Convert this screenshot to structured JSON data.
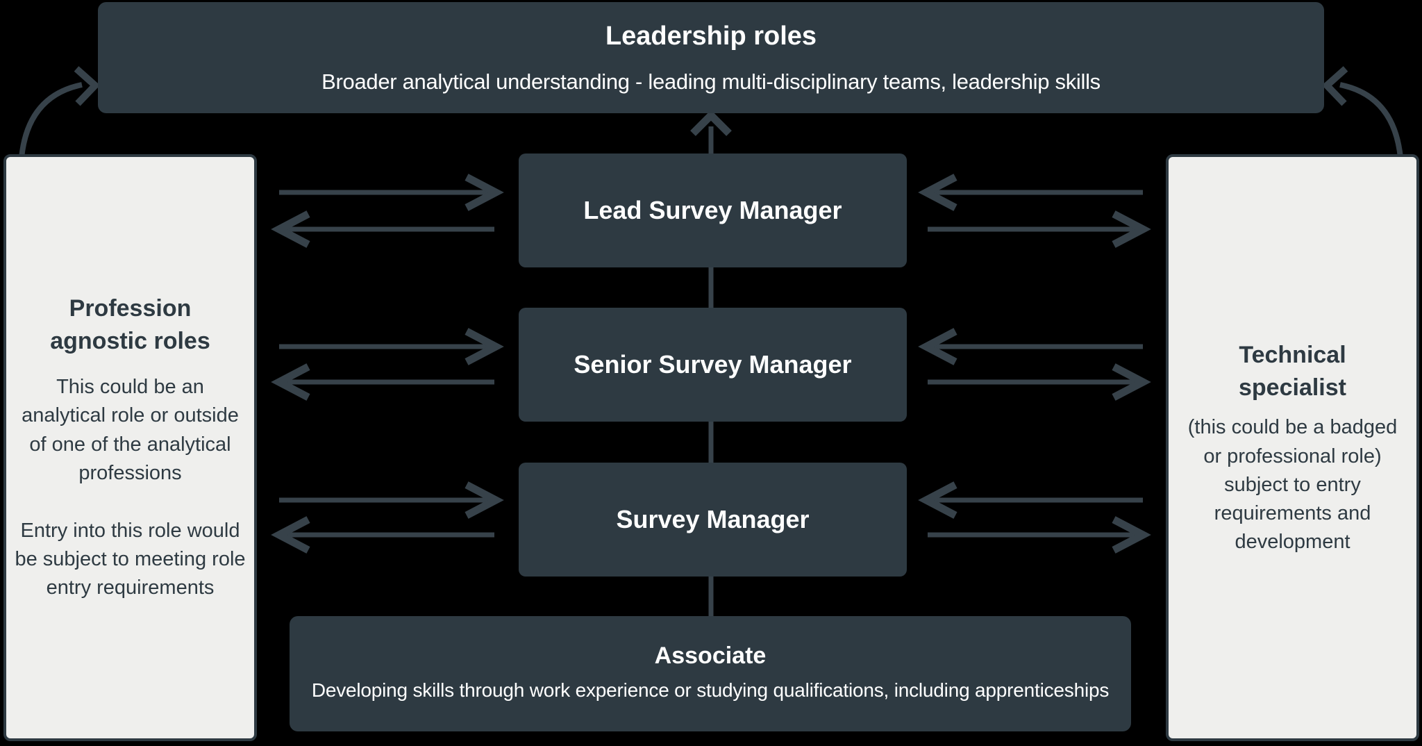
{
  "palette": {
    "background": "#000000",
    "panel_dark": "#2e3a42",
    "panel_light": "#efefed",
    "text_on_dark": "#ffffff",
    "text_on_light": "#2e3a42",
    "arrow": "#37424a"
  },
  "diagram": {
    "top_box": {
      "title": "Leadership roles",
      "subtitle": "Broader analytical understanding - leading multi-disciplinary teams, leadership skills"
    },
    "ladder": [
      {
        "label": "Lead Survey Manager"
      },
      {
        "label": "Senior Survey Manager"
      },
      {
        "label": "Survey Manager"
      }
    ],
    "bottom_box": {
      "title": "Associate",
      "subtitle": "Developing skills through work experience or studying qualifications, including apprenticeships"
    },
    "left_box": {
      "title": "Profession agnostic roles",
      "para1": "This could be an analytical role or outside of one of the analytical professions",
      "para2": "Entry into this role would be subject to meeting role entry requirements"
    },
    "right_box": {
      "title": "Technical specialist",
      "body": "(this could be a badged or professional role) subject to entry requirements and development"
    }
  }
}
